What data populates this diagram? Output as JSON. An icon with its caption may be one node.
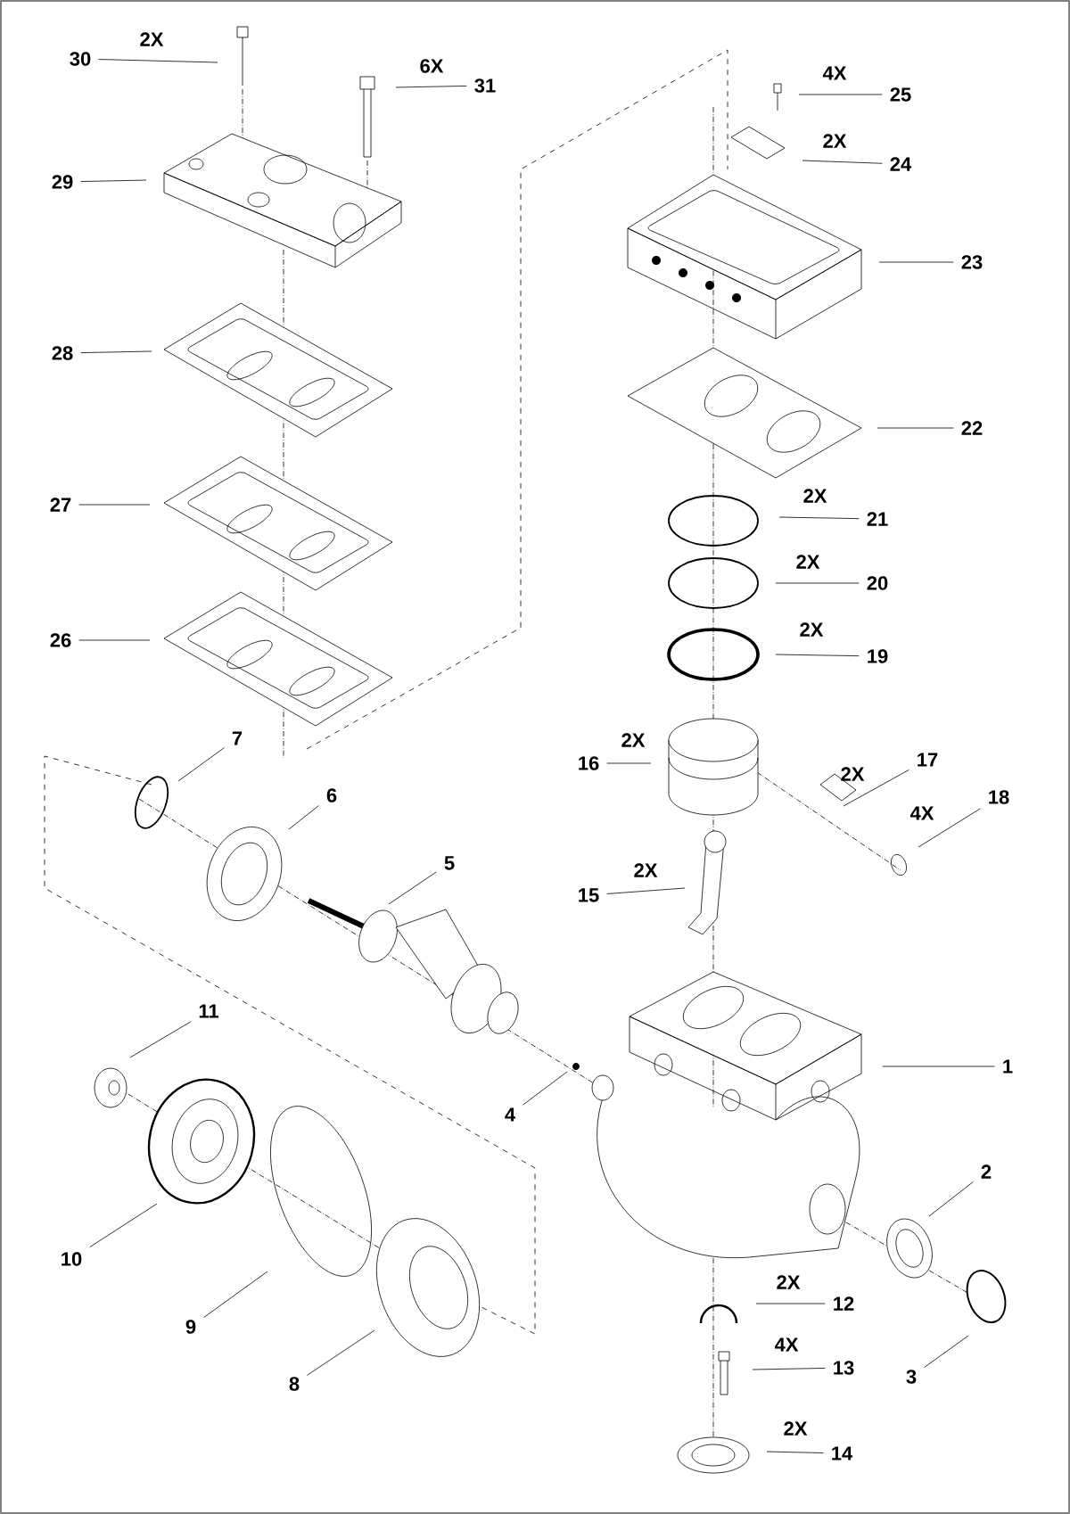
{
  "diagram": {
    "nodes": [
      {
        "text": [
          "30"
        ]
      },
      {
        "text": [
          "31"
        ]
      },
      {
        "text": [
          "25"
        ]
      },
      {
        "text": [
          "29"
        ]
      },
      {
        "text": [
          "24"
        ]
      },
      {
        "text": [
          "23"
        ]
      },
      {
        "text": [
          "28"
        ]
      },
      {
        "text": [
          "22"
        ]
      },
      {
        "text": [
          "27"
        ]
      },
      {
        "text": [
          "21"
        ]
      },
      {
        "text": [
          "20"
        ]
      },
      {
        "text": [
          "26"
        ]
      },
      {
        "text": [
          "19"
        ]
      },
      {
        "text": [
          "7"
        ]
      },
      {
        "text": [
          "16"
        ]
      },
      {
        "text": [
          "17"
        ]
      },
      {
        "text": [
          "18"
        ]
      },
      {
        "text": [
          "6"
        ]
      },
      {
        "text": [
          "5"
        ]
      },
      {
        "text": [
          "15"
        ]
      },
      {
        "text": [
          "11"
        ]
      },
      {
        "text": [
          "1"
        ]
      },
      {
        "text": [
          "4"
        ]
      },
      {
        "text": [
          "2"
        ]
      },
      {
        "text": [
          "10"
        ]
      },
      {
        "text": [
          "12"
        ]
      },
      {
        "text": [
          "9"
        ]
      },
      {
        "text": [
          "3"
        ]
      },
      {
        "text": [
          "13"
        ]
      },
      {
        "text": [
          "8"
        ]
      },
      {
        "text": [
          "14"
        ]
      }
    ],
    "edges": [
      {
        "from": 0,
        "to": null,
        "arrow": "none",
        "label": "2X"
      },
      {
        "from": 1,
        "to": null,
        "arrow": "none",
        "label": "6X"
      },
      {
        "from": 2,
        "to": null,
        "arrow": "none",
        "label": "4X"
      },
      {
        "from": 3,
        "to": null,
        "arrow": "none"
      },
      {
        "from": 4,
        "to": null,
        "arrow": "none",
        "label": "2X"
      },
      {
        "from": 5,
        "to": null,
        "arrow": "none"
      },
      {
        "from": 6,
        "to": null,
        "arrow": "none"
      },
      {
        "from": 7,
        "to": null,
        "arrow": "none"
      },
      {
        "from": 8,
        "to": null,
        "arrow": "none"
      },
      {
        "from": 9,
        "to": null,
        "arrow": "none",
        "label": "2X"
      },
      {
        "from": 10,
        "to": null,
        "arrow": "none",
        "label": "2X"
      },
      {
        "from": 11,
        "to": null,
        "arrow": "none"
      },
      {
        "from": 12,
        "to": null,
        "arrow": "none",
        "label": "2X"
      },
      {
        "from": 13,
        "to": null,
        "arrow": "none"
      },
      {
        "from": 14,
        "to": null,
        "arrow": "none",
        "label": "2X"
      },
      {
        "from": 15,
        "to": null,
        "arrow": "none",
        "label": "2X"
      },
      {
        "from": 16,
        "to": null,
        "arrow": "none",
        "label": "4X"
      },
      {
        "from": 17,
        "to": null,
        "arrow": "none"
      },
      {
        "from": 18,
        "to": null,
        "arrow": "none"
      },
      {
        "from": 19,
        "to": null,
        "arrow": "none",
        "label": "2X"
      },
      {
        "from": 20,
        "to": null,
        "arrow": "none"
      },
      {
        "from": 21,
        "to": null,
        "arrow": "none"
      },
      {
        "from": 22,
        "to": null,
        "arrow": "none"
      },
      {
        "from": 23,
        "to": null,
        "arrow": "none"
      },
      {
        "from": 24,
        "to": null,
        "arrow": "none"
      },
      {
        "from": 25,
        "to": null,
        "arrow": "none",
        "label": "2X"
      },
      {
        "from": 26,
        "to": null,
        "arrow": "none"
      },
      {
        "from": 27,
        "to": null,
        "arrow": "none"
      },
      {
        "from": 28,
        "to": null,
        "arrow": "none",
        "label": "4X"
      },
      {
        "from": 29,
        "to": null,
        "arrow": "none"
      },
      {
        "from": 30,
        "to": null,
        "arrow": "none",
        "label": "2X"
      }
    ]
  }
}
